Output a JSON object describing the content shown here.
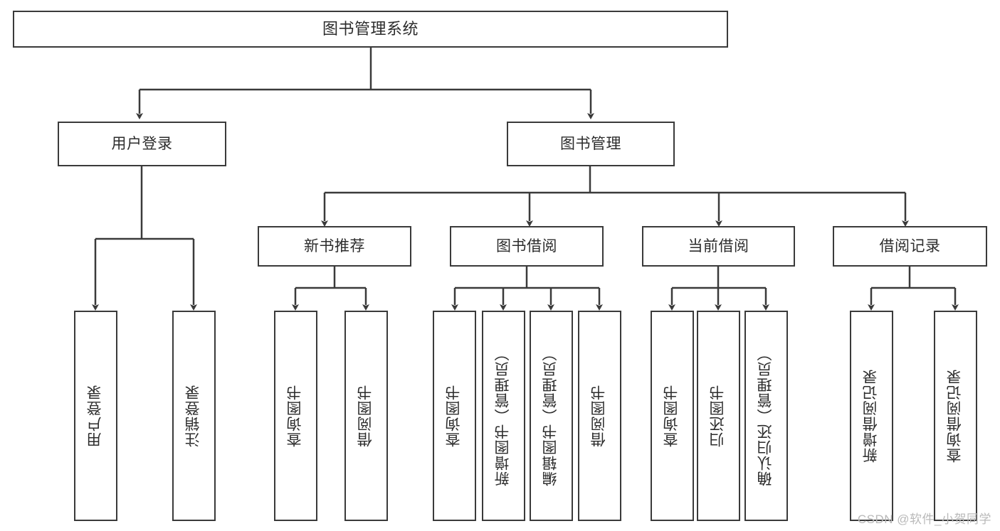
{
  "diagram": {
    "title": "图书管理系统",
    "type": "hierarchy-tree",
    "watermark": "CSDN @软件_小贺同学",
    "colors": {
      "background": "#ffffff",
      "box_border": "#3a3a3a",
      "box_fill": "#ffffff",
      "connector": "#3a3a3a",
      "text": "#2c2c2c",
      "watermark": "#b9b9b9"
    },
    "levels": {
      "root": {
        "label": "图书管理系统"
      },
      "level2": [
        {
          "id": "user-login",
          "label": "用户登录"
        },
        {
          "id": "book-management",
          "label": "图书管理"
        }
      ],
      "level3": [
        {
          "id": "new-book-recommend",
          "label": "新书推荐",
          "parent": "book-management"
        },
        {
          "id": "book-borrow",
          "label": "图书借阅",
          "parent": "book-management"
        },
        {
          "id": "current-borrow",
          "label": "当前借阅",
          "parent": "book-management"
        },
        {
          "id": "borrow-record",
          "label": "借阅记录",
          "parent": "book-management"
        }
      ],
      "leaves": [
        {
          "id": "leaf-user-login",
          "label": "用户登录",
          "parent": "user-login"
        },
        {
          "id": "leaf-logout-login",
          "label": "注销登录",
          "parent": "user-login"
        },
        {
          "id": "leaf-query-book-1",
          "label": "查询图书",
          "parent": "new-book-recommend"
        },
        {
          "id": "leaf-borrow-book-1",
          "label": "借阅图书",
          "parent": "new-book-recommend"
        },
        {
          "id": "leaf-query-book-2",
          "label": "查询图书",
          "parent": "book-borrow"
        },
        {
          "id": "leaf-add-book",
          "label": "新增图书（管理员）",
          "parent": "book-borrow"
        },
        {
          "id": "leaf-edit-book",
          "label": "编辑图书（管理员）",
          "parent": "book-borrow"
        },
        {
          "id": "leaf-borrow-book-2",
          "label": "借阅图书",
          "parent": "book-borrow"
        },
        {
          "id": "leaf-query-book-3",
          "label": "查询图书",
          "parent": "current-borrow"
        },
        {
          "id": "leaf-return-book",
          "label": "归还图书",
          "parent": "current-borrow"
        },
        {
          "id": "leaf-confirm-return",
          "label": "确认归还（管理员）",
          "parent": "current-borrow"
        },
        {
          "id": "leaf-add-record",
          "label": "新增借阅记录",
          "parent": "borrow-record"
        },
        {
          "id": "leaf-query-record",
          "label": "查询借阅记录",
          "parent": "borrow-record"
        }
      ]
    }
  }
}
